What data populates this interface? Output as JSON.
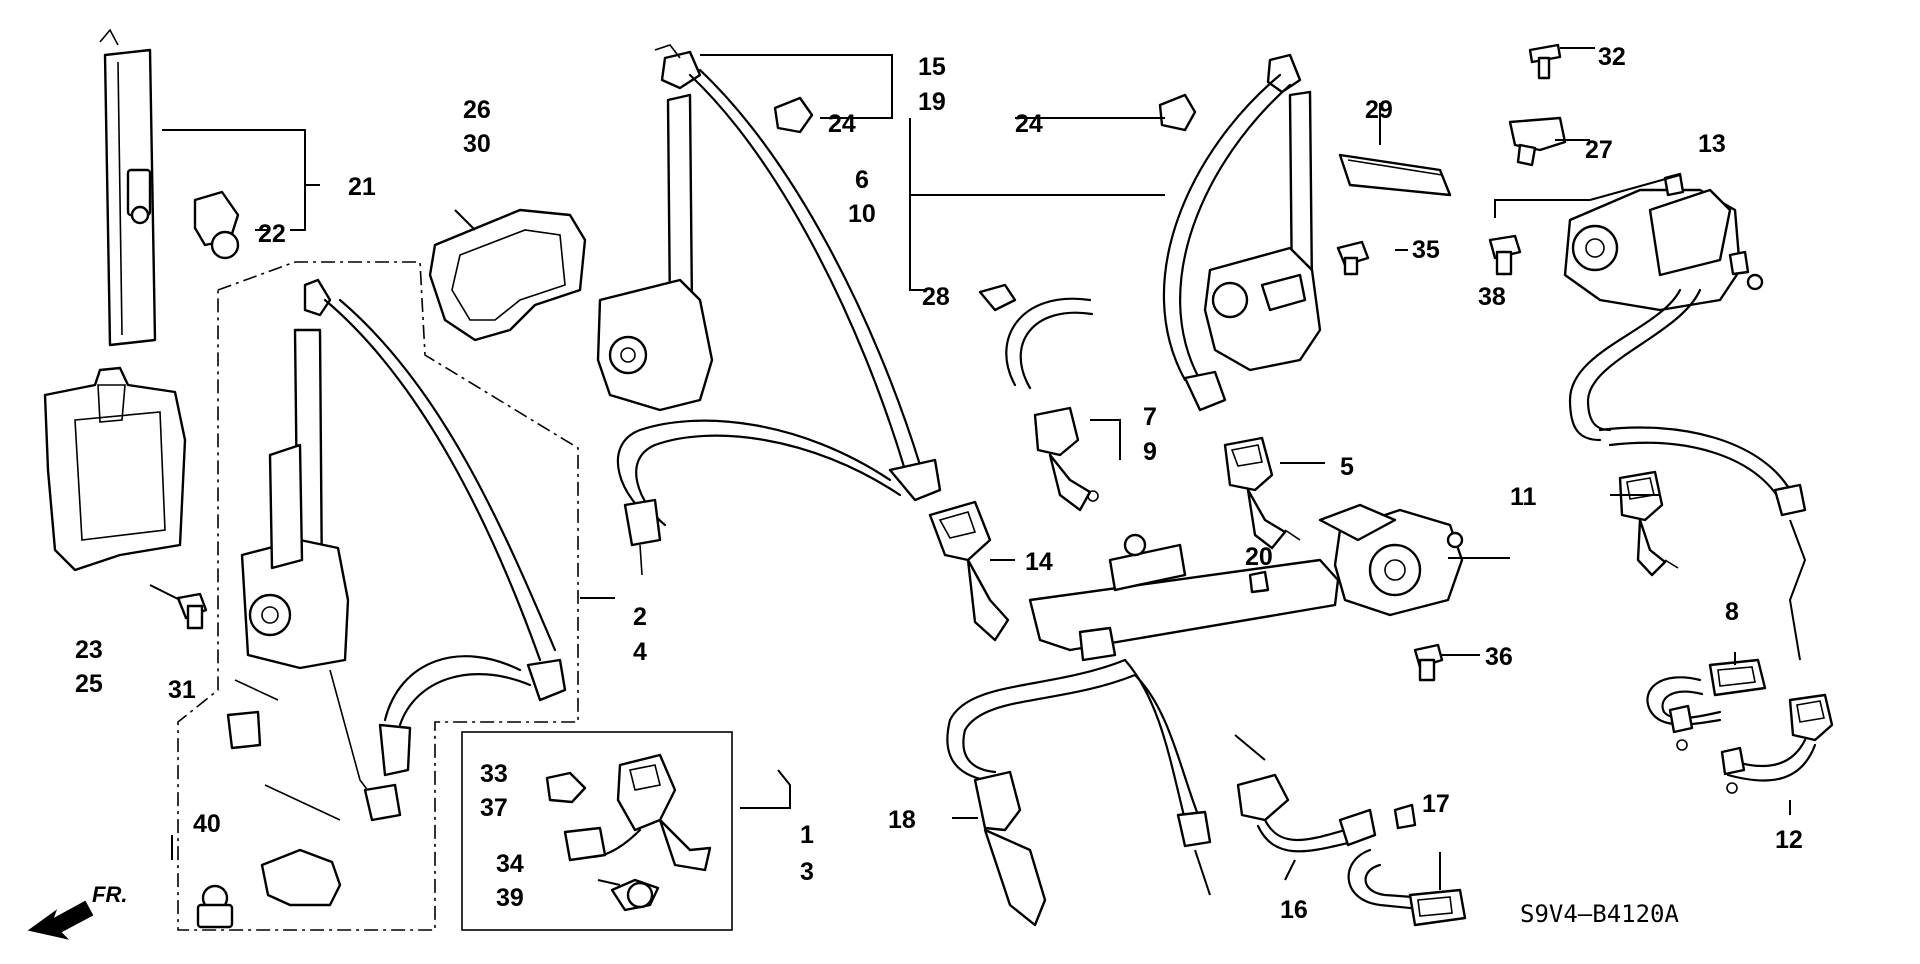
{
  "diagram_code": "S9V4—B4120A",
  "direction_label": "FR.",
  "callouts": {
    "c1": "1",
    "c2": "2",
    "c3": "3",
    "c4": "4",
    "c5": "5",
    "c6": "6",
    "c7": "7",
    "c8": "8",
    "c9": "9",
    "c10": "10",
    "c11": "11",
    "c12": "12",
    "c13": "13",
    "c14": "14",
    "c15": "15",
    "c16": "16",
    "c17": "17",
    "c18": "18",
    "c19": "19",
    "c20": "20",
    "c21": "21",
    "c22": "22",
    "c23": "23",
    "c24a": "24",
    "c24b": "24",
    "c25": "25",
    "c26": "26",
    "c27": "27",
    "c28": "28",
    "c29": "29",
    "c30": "30",
    "c31": "31",
    "c32": "32",
    "c33": "33",
    "c34": "34",
    "c35": "35",
    "c36": "36",
    "c37": "37",
    "c38": "38",
    "c39": "39",
    "c40": "40"
  }
}
